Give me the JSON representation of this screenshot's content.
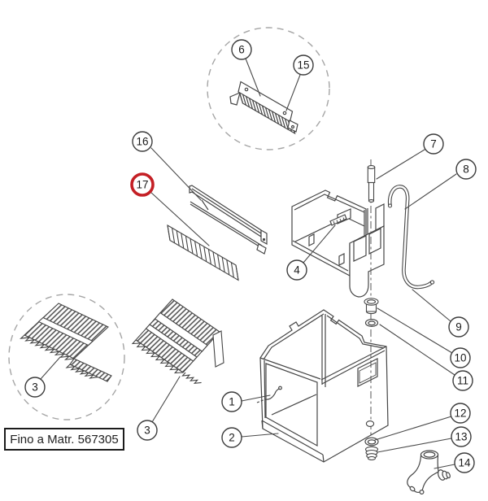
{
  "figure": {
    "type": "exploded-parts-diagram",
    "note": "Fino a Matr. 567305",
    "colors": {
      "line": "#454545",
      "dashed_detail": "#a5a5a5",
      "highlight": "#c41f25",
      "background": "#ffffff"
    },
    "callouts": {
      "n1": "1",
      "n2": "2",
      "n3a": "3",
      "n3b": "3",
      "n4": "4",
      "n6": "6",
      "n7": "7",
      "n8": "8",
      "n9": "9",
      "n10": "10",
      "n11": "11",
      "n12": "12",
      "n13": "13",
      "n14": "14",
      "n15": "15",
      "n16": "16",
      "n17": "17"
    }
  }
}
